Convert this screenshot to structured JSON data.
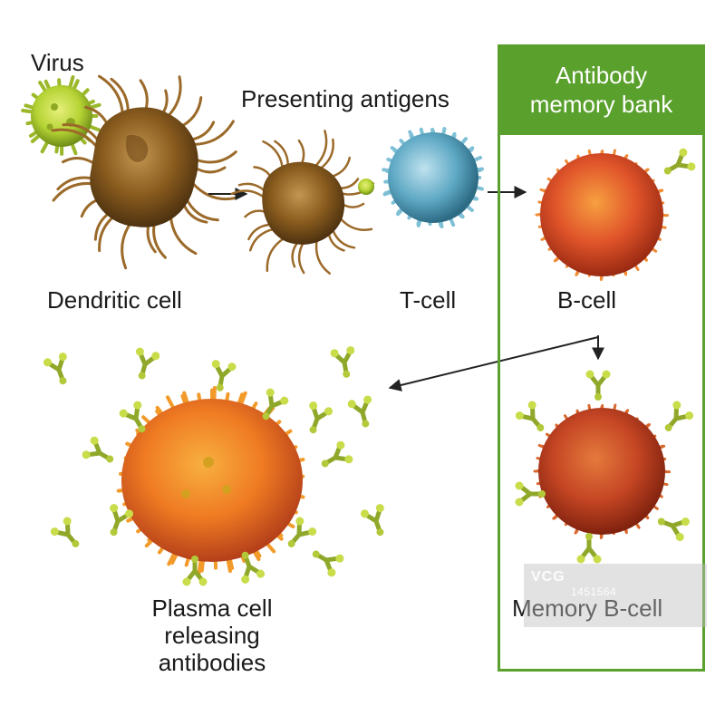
{
  "labels": {
    "virus": "Virus",
    "presenting": "Presenting antigens",
    "dendritic": "Dendritic cell",
    "tcell": "T-cell",
    "bcell": "B-cell",
    "memory_bcell": "Memory B-cell",
    "plasma": [
      "Plasma cell",
      "releasing",
      "antibodies"
    ]
  },
  "memory_bank": {
    "lines": [
      "Antibody",
      "memory bank"
    ]
  },
  "watermark": {
    "logo": "VCG",
    "id": "1451564"
  },
  "colors": {
    "box_green": "#5aa02c",
    "virus_green": "#b5d334",
    "dendritic_brown": "#8a5c1e",
    "tcell_blue": "#5ea8c4",
    "bcell_orange": "#e0542a",
    "antibody_green": "#b4c93a",
    "arrow": "#222222"
  }
}
